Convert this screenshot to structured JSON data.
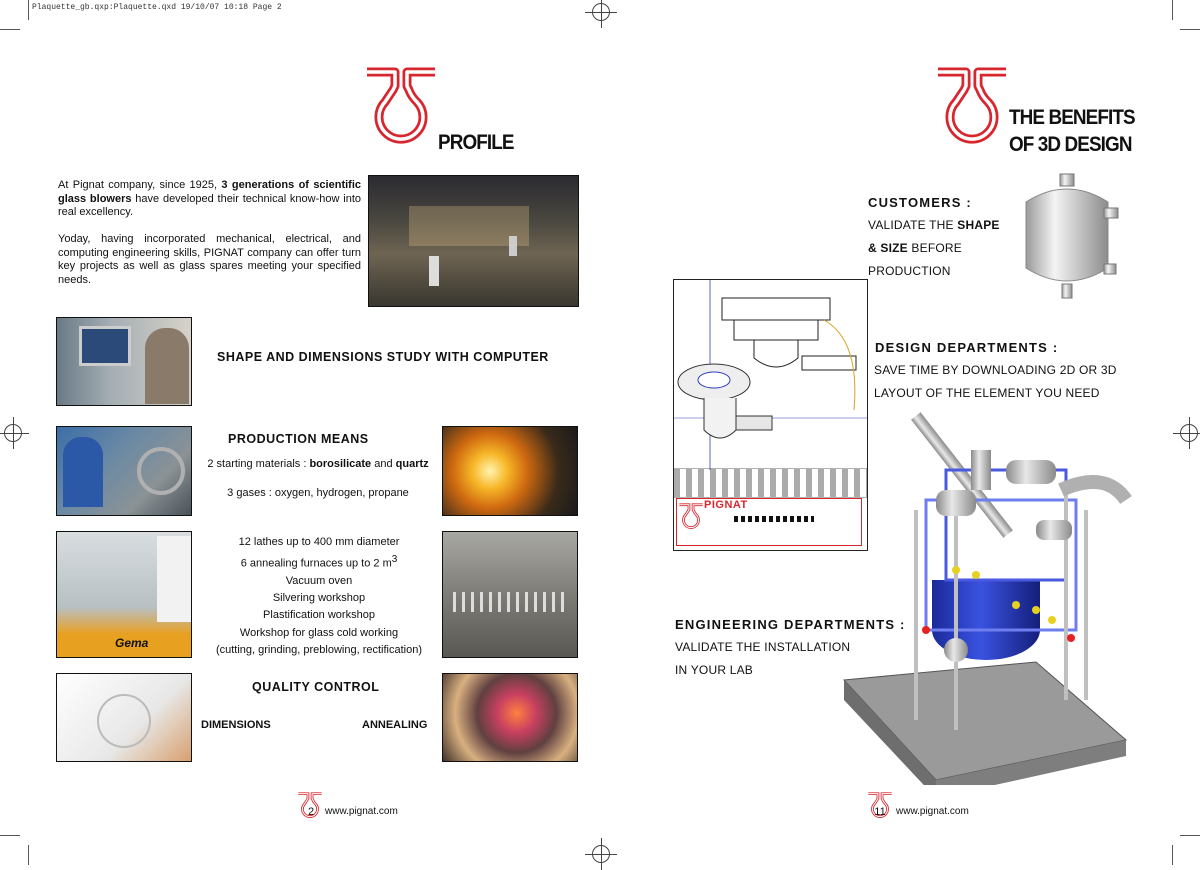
{
  "slug": "Plaquette_gb.qxp:Plaquette.qxd  19/10/07  10:18  Page 2",
  "left": {
    "title": "PROFILE",
    "intro_p1_pre": "At Pignat company, since 1925, ",
    "intro_p1_bold": "3 generations of scientific glass blowers",
    "intro_p1_post": " have developed their technical know-how into real excellency.",
    "intro_p2": "Yoday, having incorporated mechanical, electrical, and computing engineering skills, PIGNAT company can offer turn key projects as well as glass spares meeting your specified needs.",
    "shape_heading": "SHAPE AND DIMENSIONS STUDY WITH COMPUTER",
    "production_heading": "PRODUCTION MEANS",
    "materials_pre": "2 starting materials : ",
    "materials_b1": "borosilicate",
    "materials_and": " and ",
    "materials_b2": "quartz",
    "gases": "3 gases : oxygen, hydrogen, propane",
    "equipment": [
      "12 lathes up to 400 mm diameter",
      "6 annealing furnaces up to 2 m",
      "Vacuum oven",
      "Silvering workshop",
      "Plastification workshop",
      "Workshop for glass cold working",
      "(cutting, grinding, preblowing, rectification)"
    ],
    "furnace_superscript": "3",
    "quality_heading": "QUALITY CONTROL",
    "dimensions_label": "DIMENSIONS",
    "annealing_label": "ANNEALING",
    "page_number": "2",
    "url": "www.pignat.com",
    "gema_label": "Gema"
  },
  "right": {
    "title_line1": "THE BENEFITS",
    "title_line2": "OF 3D DESIGN",
    "customers_heading": "CUSTOMERS :",
    "customers_line1_pre": "VALIDATE THE ",
    "customers_line1_bold": "SHAPE",
    "customers_line2_bold": "& SIZE",
    "customers_line2_post": " BEFORE",
    "customers_line3": "PRODUCTION",
    "design_heading": "DESIGN DEPARTMENTS :",
    "design_line1": "SAVE TIME  BY DOWNLOADING 2D OR 3D",
    "design_line2": "LAYOUT OF THE ELEMENT YOU NEED",
    "engineering_heading": "ENGINEERING DEPARTMENTS :",
    "engineering_line1": "VALIDATE THE INSTALLATION",
    "engineering_line2": "IN YOUR LAB",
    "drawing_brand": "PIGNAT",
    "page_number": "11",
    "url": "www.pignat.com"
  },
  "colors": {
    "logo_red": "#d8262e",
    "accent_blue": "#2a3ec2"
  }
}
